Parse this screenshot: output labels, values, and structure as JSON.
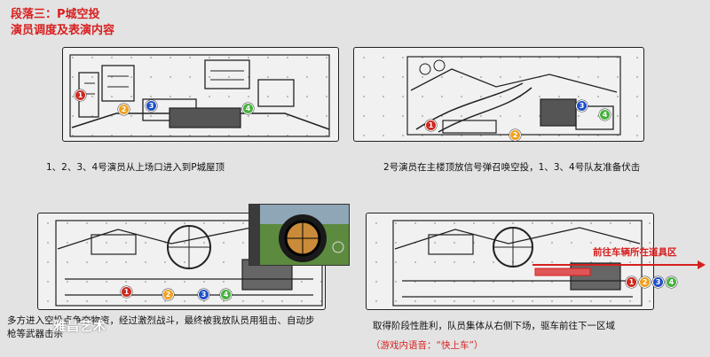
{
  "header": {
    "title": "段落三：P城空投",
    "subtitle": "演员调度及表演内容"
  },
  "colors": {
    "red": "#d71f1f",
    "badge1": "#d0281e",
    "badge2": "#f0a01e",
    "badge3": "#1f4fc8",
    "badge4": "#46b23c"
  },
  "panels": [
    {
      "id": "p1",
      "caption": "1、2、3、4号演员从上场口进入到P城屋顶",
      "badges": [
        "1",
        "2",
        "3",
        "4"
      ]
    },
    {
      "id": "p2",
      "caption": "2号演员在主楼顶放信号弹召唤空投，1、3、4号队友准备伏击",
      "badges": [
        "1",
        "2",
        "3",
        "4"
      ]
    },
    {
      "id": "p3",
      "caption": "多方进入空投点争夺物资，经过激烈战斗，最终被我放队员用狙击、自动步枪等武器击杀",
      "badges": [
        "1",
        "2",
        "3",
        "4"
      ]
    },
    {
      "id": "p4",
      "caption": "取得阶段性胜利，队员集体从右侧下场，驱车前往下一区域",
      "subcaption": "（游戏内语音：“快上车”）",
      "arrow_label": "前往车辆所在道具区",
      "badges": [
        "1",
        "2",
        "3",
        "4"
      ]
    }
  ],
  "watermark": "雅昌艺术"
}
